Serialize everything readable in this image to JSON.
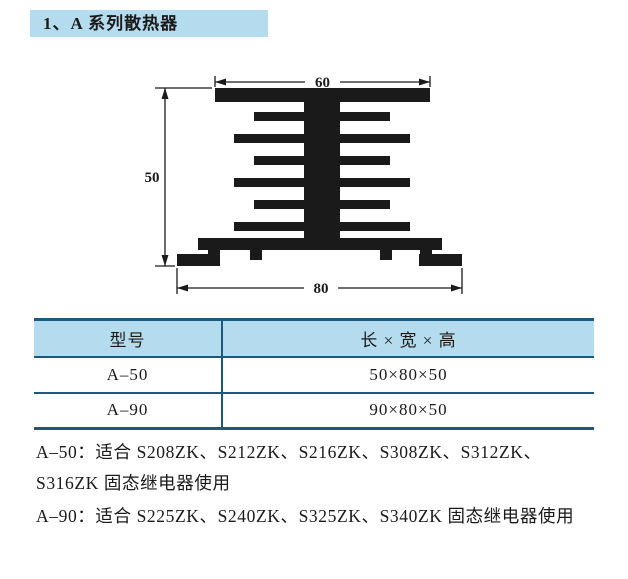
{
  "colors": {
    "panel_blue": "#b5dcee",
    "line_blue": "#1a5a80",
    "ink": "#1a1a1a"
  },
  "page": {
    "section_title": "1、A 系列散热器"
  },
  "diagram": {
    "dim_top_width": "60",
    "dim_left_height": "50",
    "dim_bottom_width": "80"
  },
  "table": {
    "headers": {
      "model": "型号",
      "dimensions": "长 × 宽 × 高"
    },
    "rows": [
      {
        "model": "A–50",
        "dimensions": "50×80×50"
      },
      {
        "model": "A–90",
        "dimensions": "90×80×50"
      }
    ]
  },
  "notes": [
    "A–50：适合 S208ZK、S212ZK、S216ZK、S308ZK、S312ZK、S316ZK 固态继电器使用",
    "A–90：适合 S225ZK、S240ZK、S325ZK、S340ZK 固态继电器使用"
  ]
}
